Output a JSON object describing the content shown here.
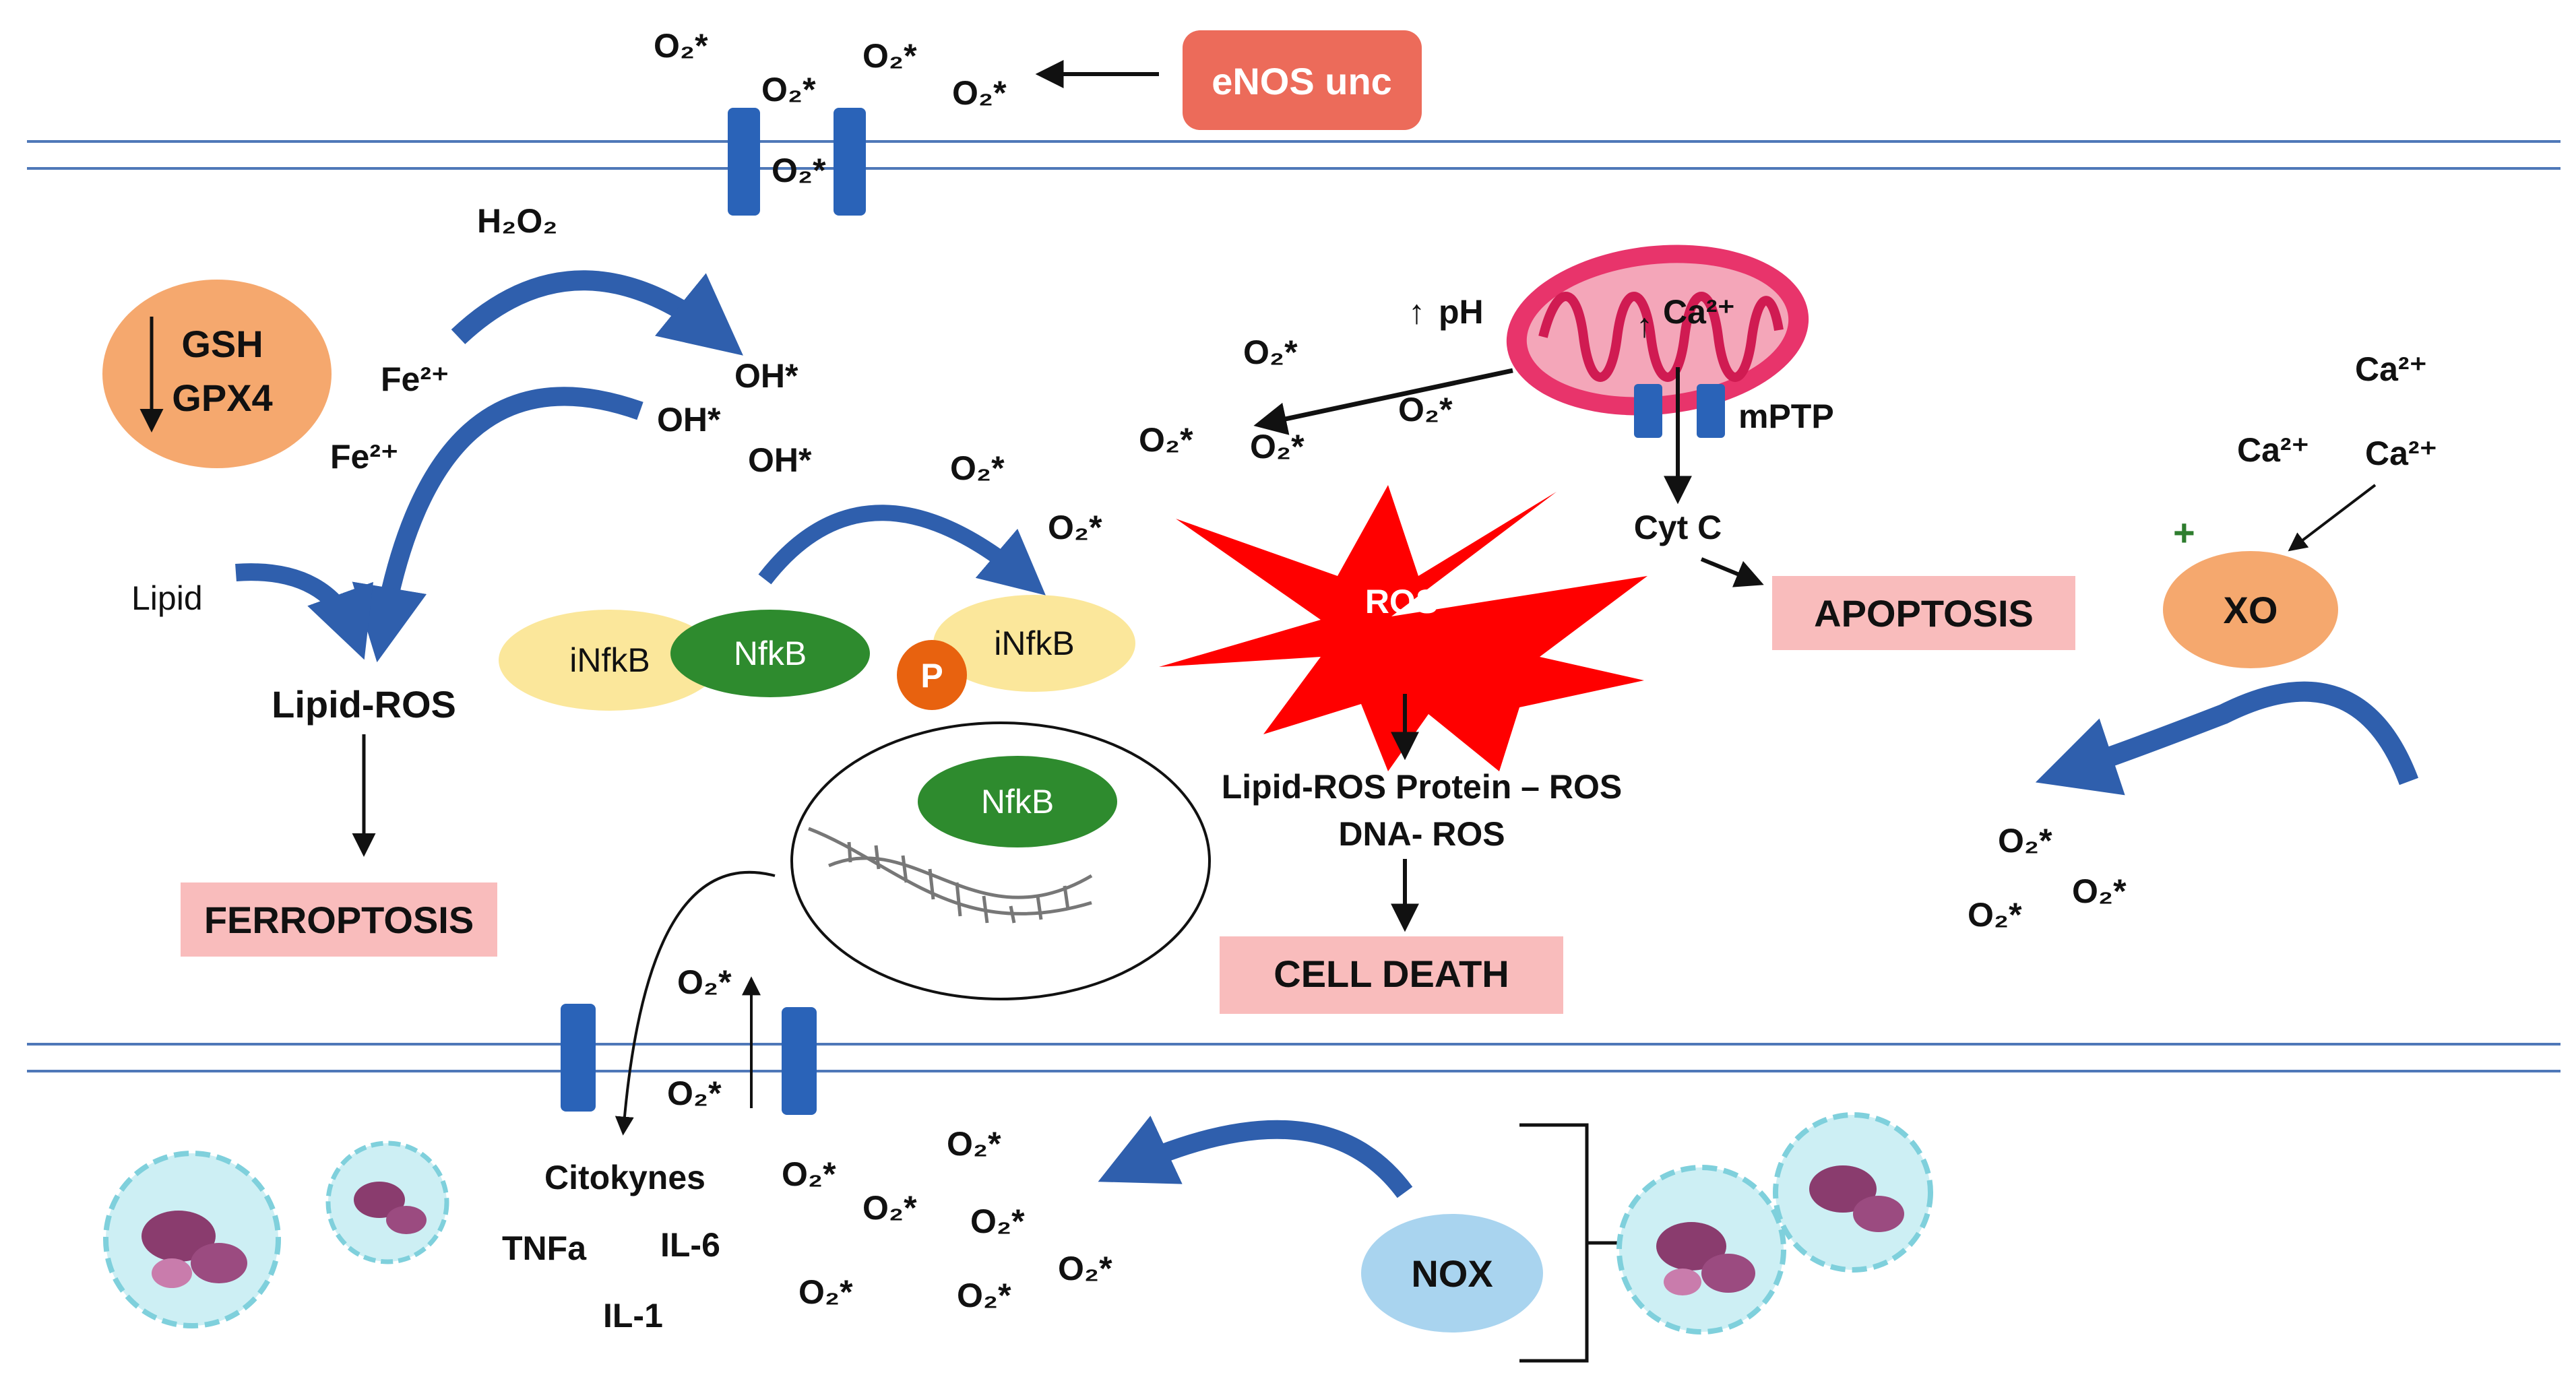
{
  "labels": {
    "enos": "eNOS unc",
    "h2o2": "H₂O₂",
    "gsh": "GSH",
    "gpx4": "GPX4",
    "fe2": "Fe²⁺",
    "oh": "OH*",
    "lipid": "Lipid",
    "lipid_ros": "Lipid-ROS",
    "ferroptosis": "FERROPTOSIS",
    "infkb": "iNfkB",
    "nfkb": "NfkB",
    "p": "P",
    "ros": "ROS",
    "ros_products_1": "Lipid-ROS Protein – ROS",
    "ros_products_2": "DNA- ROS",
    "cell_death": "CELL DEATH",
    "ph": "pH",
    "ca2": "Ca²⁺",
    "mptp": "mPTP",
    "cytc": "Cyt C",
    "apoptosis": "APOPTOSIS",
    "xo": "XO",
    "plus": "+",
    "up_arrow": "↑",
    "down_arrow": "↓",
    "citokynes": "Citokynes",
    "tnfa": "TNFa",
    "il6": "IL-6",
    "il1": "IL-1",
    "nox": "NOX",
    "o2": "O₂*"
  },
  "colors": {
    "membrane": "#4f78b8",
    "channel": "#2a63b8",
    "enos_box": "#ec6b5a",
    "gsh_oval": "#f5a86e",
    "death_box": "#f9bcbc",
    "infkb_oval": "#fbe79b",
    "nfkb_oval": "#2e8b2e",
    "p_circle": "#e8620f",
    "ros_burst": "#ff0000",
    "mito_outer": "#e8346b",
    "xo_oval": "#f5a86e",
    "nox_oval": "#a9d4ef",
    "plus_sign": "#2e7d2e",
    "blue_arrow": "#2f5fad"
  }
}
